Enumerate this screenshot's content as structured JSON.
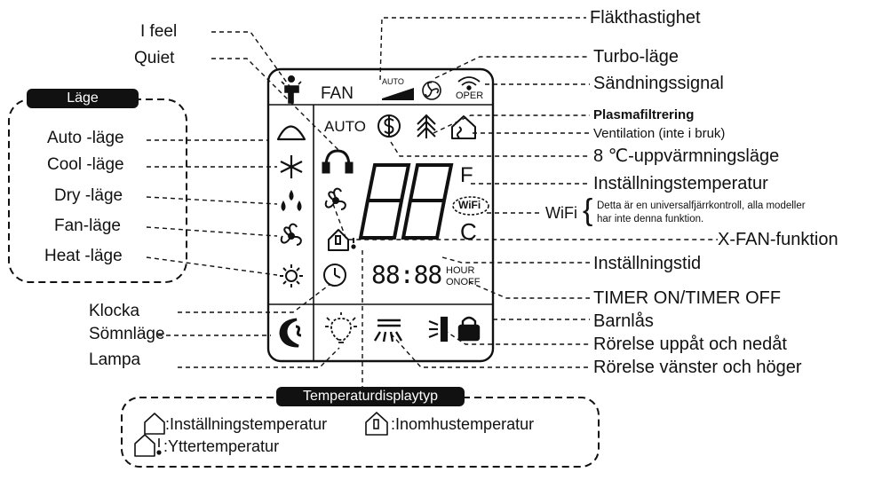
{
  "left_labels": {
    "i_feel": "I feel",
    "quiet": "Quiet",
    "clock": "Klocka",
    "sleep": "Sömnläge",
    "lamp": "Lampa"
  },
  "mode_box": {
    "title": "Läge",
    "auto": "Auto -läge",
    "cool": "Cool -läge",
    "dry": "Dry -läge",
    "fan": "Fan-läge",
    "heat": "Heat -läge"
  },
  "right_labels": {
    "fan_speed": "Fläkthastighet",
    "turbo": "Turbo-läge",
    "signal": "Sändningssignal",
    "plasma": "Plasmafiltrering",
    "ventilation": "Ventilation (inte i bruk)",
    "heat8": "8 ℃-uppvärmningsläge",
    "set_temp": "Inställningstemperatur",
    "xfan": "X-FAN-funktion",
    "set_time": "Inställningstid",
    "timer": "TIMER ON/TIMER OFF",
    "child_lock": "Barnlås",
    "swing_ud": "Rörelse uppåt och nedåt",
    "swing_lr": "Rörelse vänster och höger"
  },
  "wifi": {
    "label": "WiFi",
    "note_line1": "Detta är en universalfjärrkontroll, alla modeller",
    "note_line2": "har inte denna funktion."
  },
  "display": {
    "fan": "FAN",
    "auto_small": "AUTO",
    "oper": "OPER",
    "auto": "AUTO",
    "digits": "88",
    "unit_f": "F",
    "unit_c": "C",
    "wifi_badge": "WiFi",
    "time_digits": "88:88",
    "hour": "HOUR",
    "onoff": "ONOFF"
  },
  "temp_display_box": {
    "title": "Temperaturdisplaytyp",
    "set_temp": "Inställningstemperatur",
    "indoor_temp": "Inomhustemperatur",
    "outdoor_temp": "Yttertemperatur"
  }
}
